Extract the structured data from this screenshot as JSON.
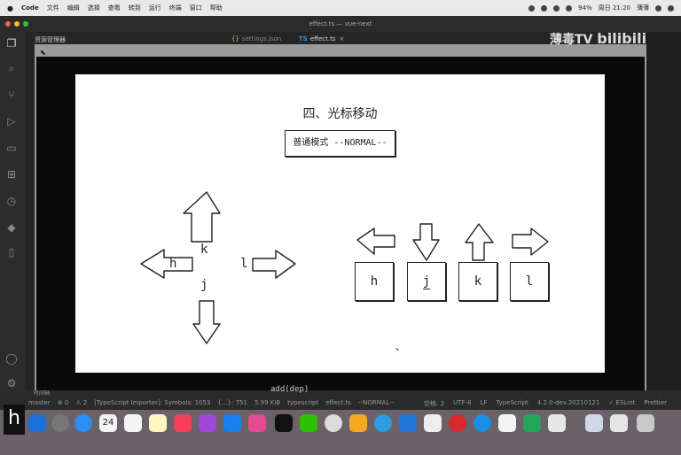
{
  "menubar": {
    "apple": "",
    "app_name": "Code",
    "menus": [
      "文件",
      "编辑",
      "选择",
      "查看",
      "转到",
      "运行",
      "终端",
      "窗口",
      "帮助"
    ],
    "battery": "94%",
    "datetime": "周日 21:20",
    "user": "薄薄"
  },
  "window": {
    "title": "effect.ts — vue-next"
  },
  "tabs": {
    "explorer": "资源管理器",
    "file1_icon": "{}",
    "file1": "settings.json",
    "file2_icon": "TS",
    "file2": "effect.ts",
    "close": "×"
  },
  "watermark": {
    "name": "薄毒TV",
    "site": "bilibili"
  },
  "slide": {
    "heading": "四、光标移动",
    "mode": "普通模式 --NORMAL--",
    "left_keys": {
      "k": "k",
      "j": "j",
      "h": "h",
      "l": "l"
    },
    "keys": [
      "h",
      "j",
      "k",
      "l"
    ]
  },
  "statusbar": {
    "code": "add(dep)",
    "sub": "时间轴",
    "branch": "master",
    "errors": "⊗ 0",
    "warnings": "⚠ 2",
    "ts_importer": "[TypeScript Importer]: Symbols: 1053",
    "braces": "{...}: 751",
    "size": "5.99 KiB",
    "lang_ver": "typescript",
    "file": "effect.ts",
    "mode": "--NORMAL--",
    "spaces": "空格: 2",
    "encoding": "UTF-8",
    "eol": "LF",
    "language": "TypeScript",
    "ts_version": "4.2.0-dev.20210121",
    "eslint": "✓ ESLint",
    "prettier": "Prettier"
  },
  "dock": {
    "hlogo": "h",
    "calendar_day": "24"
  },
  "colors": {
    "menubar_bg": "#e9e9ea",
    "editor_bg": "#1e1e1e",
    "slide_bg": "#ffffff",
    "ts_blue": "#3b8ed0",
    "dock_bg": "#6a6169"
  }
}
